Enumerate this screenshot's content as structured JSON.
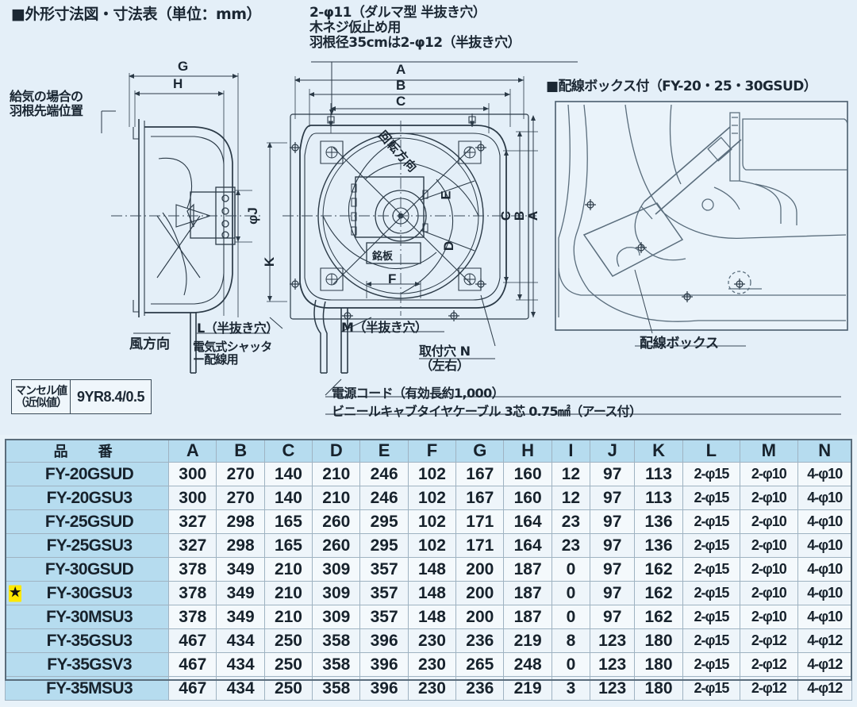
{
  "page": {
    "title": "■外形寸法図・寸法表（単位：mm）",
    "bg_color": "#e4eff8",
    "accent_color": "#b6dcef",
    "highlight_color": "#ffe800"
  },
  "diagram": {
    "hole_note": "2-φ11（ダルマ型 半抜き穴）\n木ネジ仮止め用\n羽根径35cmは2-φ12（半抜き穴）",
    "intake_note": "給気の場合の\n羽根先端位置",
    "wind_direction": "風方向",
    "l_note": "L（半抜き穴）",
    "l_note_sub": "電気式シャッタ\nー配線用",
    "m_note": "M（半抜き穴）",
    "n_note": "取付穴 N\n（左右）",
    "cord_note": "電源コード（有効長約1,000）",
    "cable_note": "ビニールキャブタイヤケーブル 3芯 0.75㎟（アース付）",
    "rotation_label": "回転方向",
    "nameplate_label": "銘板",
    "dims": {
      "A": "A",
      "B": "B",
      "C": "C",
      "D": "D",
      "E": "E",
      "F": "F",
      "G": "G",
      "H": "H",
      "J": "φJ",
      "K": "K"
    },
    "wiring_panel": {
      "title": "■配線ボックス付（FY-20・25・30GSUD）",
      "label": "配線ボックス"
    },
    "munsell": {
      "label": "マンセル値\n（近似値）",
      "label_line1": "マンセル値",
      "label_line2": "（近似値）",
      "value": "9YR8.4/0.5"
    }
  },
  "table": {
    "headers": [
      "品　番",
      "A",
      "B",
      "C",
      "D",
      "E",
      "F",
      "G",
      "H",
      "I",
      "J",
      "K",
      "L",
      "M",
      "N"
    ],
    "rows": [
      {
        "star": false,
        "model": "FY-20GSUD",
        "values": [
          "300",
          "270",
          "140",
          "210",
          "246",
          "102",
          "167",
          "160",
          "12",
          "97",
          "113",
          "2-φ15",
          "2-φ10",
          "4-φ10"
        ]
      },
      {
        "star": false,
        "model": "FY-20GSU3",
        "values": [
          "300",
          "270",
          "140",
          "210",
          "246",
          "102",
          "167",
          "160",
          "12",
          "97",
          "113",
          "2-φ15",
          "2-φ10",
          "4-φ10"
        ]
      },
      {
        "star": false,
        "model": "FY-25GSUD",
        "values": [
          "327",
          "298",
          "165",
          "260",
          "295",
          "102",
          "171",
          "164",
          "23",
          "97",
          "136",
          "2-φ15",
          "2-φ10",
          "4-φ10"
        ]
      },
      {
        "star": false,
        "model": "FY-25GSU3",
        "values": [
          "327",
          "298",
          "165",
          "260",
          "295",
          "102",
          "171",
          "164",
          "23",
          "97",
          "136",
          "2-φ15",
          "2-φ10",
          "4-φ10"
        ]
      },
      {
        "star": false,
        "model": "FY-30GSUD",
        "values": [
          "378",
          "349",
          "210",
          "309",
          "357",
          "148",
          "200",
          "187",
          "0",
          "97",
          "162",
          "2-φ15",
          "2-φ10",
          "4-φ10"
        ]
      },
      {
        "star": true,
        "model": "FY-30GSU3",
        "values": [
          "378",
          "349",
          "210",
          "309",
          "357",
          "148",
          "200",
          "187",
          "0",
          "97",
          "162",
          "2-φ15",
          "2-φ10",
          "4-φ10"
        ]
      },
      {
        "star": false,
        "model": "FY-30MSU3",
        "values": [
          "378",
          "349",
          "210",
          "309",
          "357",
          "148",
          "200",
          "187",
          "0",
          "97",
          "162",
          "2-φ15",
          "2-φ10",
          "4-φ10"
        ]
      },
      {
        "star": false,
        "model": "FY-35GSU3",
        "values": [
          "467",
          "434",
          "250",
          "358",
          "396",
          "230",
          "236",
          "219",
          "8",
          "123",
          "180",
          "2-φ15",
          "2-φ12",
          "4-φ12"
        ]
      },
      {
        "star": false,
        "model": "FY-35GSV3",
        "values": [
          "467",
          "434",
          "250",
          "358",
          "396",
          "230",
          "265",
          "248",
          "0",
          "123",
          "180",
          "2-φ15",
          "2-φ12",
          "4-φ12"
        ]
      },
      {
        "star": false,
        "model": "FY-35MSU3",
        "values": [
          "467",
          "434",
          "250",
          "358",
          "396",
          "230",
          "236",
          "219",
          "3",
          "123",
          "180",
          "2-φ15",
          "2-φ12",
          "4-φ12"
        ]
      }
    ]
  }
}
